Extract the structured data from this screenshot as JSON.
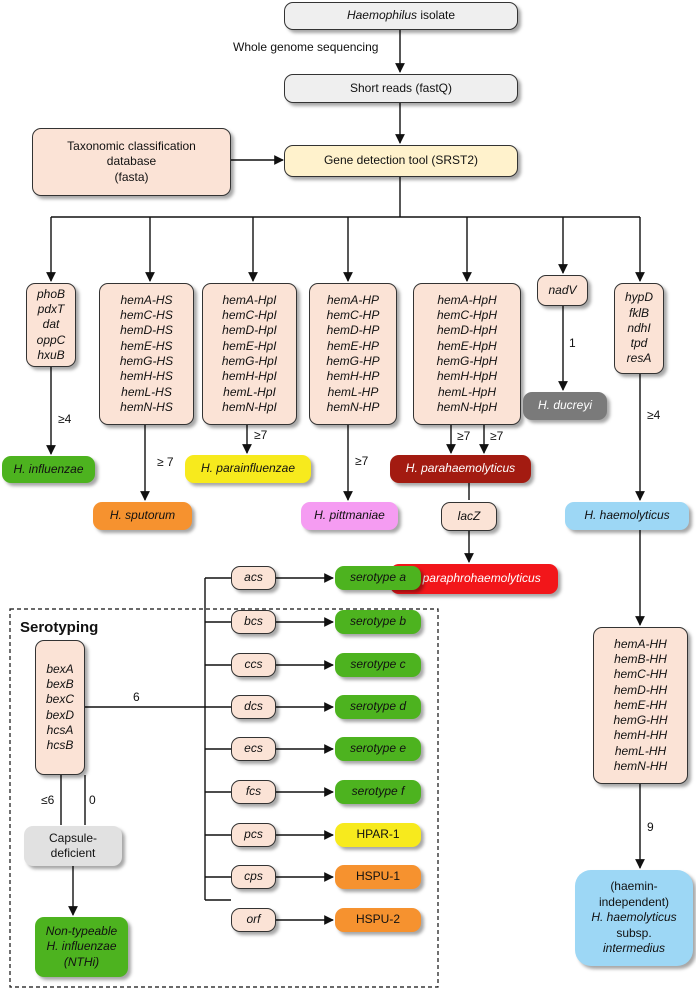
{
  "colors": {
    "input": "#efefef",
    "tool": "#fff2cc",
    "gene_box": "#fbe3d6",
    "influenzae": "#4db31f",
    "sputorum": "#f6922f",
    "parainfluenzae": "#f7ea1d",
    "pittmaniae": "#f59cf2",
    "parahaemolyticus": "#a31b11",
    "paraphrohaemolyticus": "#f2161a",
    "ducreyi": "#7a7a7a",
    "haemolyticus": "#9dd7f5",
    "capsule_deficient": "#e1e1e1",
    "serotype": "#4db31f",
    "hpar": "#f7ea1d",
    "hspu": "#f6922f"
  },
  "flow": {
    "isolate_italic": "Haemophilus",
    "isolate_rest": " isolate",
    "wgs_label": "Whole genome sequencing",
    "short_reads": "Short reads (fastQ)",
    "taxonomic_db": [
      "Taxonomic classification",
      "database",
      "(fasta)"
    ],
    "gene_tool": "Gene detection tool (SRST2)"
  },
  "gene_sets": {
    "influenzae": [
      "phoB",
      "pdxT",
      "dat",
      "oppC",
      "hxuB"
    ],
    "sputorum": [
      "hemA-HS",
      "hemC-HS",
      "hemD-HS",
      "hemE-HS",
      "hemG-HS",
      "hemH-HS",
      "hemL-HS",
      "hemN-HS"
    ],
    "parainfluenzae": [
      "hemA-HpI",
      "hemC-HpI",
      "hemD-HpI",
      "hemE-HpI",
      "hemG-HpI",
      "hemH-HpI",
      "hemL-HpI",
      "hemN-HpI"
    ],
    "pittmaniae": [
      "hemA-HP",
      "hemC-HP",
      "hemD-HP",
      "hemE-HP",
      "hemG-HP",
      "hemH-HP",
      "hemL-HP",
      "hemN-HP"
    ],
    "parahaemolyticus": [
      "hemA-HpH",
      "hemC-HpH",
      "hemD-HpH",
      "hemE-HpH",
      "hemG-HpH",
      "hemH-HpH",
      "hemL-HpH",
      "hemN-HpH"
    ],
    "ducreyi": [
      "nadV"
    ],
    "haemolyticus": [
      "hypD",
      "fklB",
      "ndhI",
      "tpd",
      "resA"
    ],
    "lacz": [
      "lacZ"
    ],
    "intermedius": [
      "hemA-HH",
      "hemB-HH",
      "hemC-HH",
      "hemD-HH",
      "hemE-HH",
      "hemG-HH",
      "hemH-HH",
      "hemL-HH",
      "hemN-HH"
    ]
  },
  "edge_labels": {
    "influenzae": "≥4",
    "sputorum": "≥ 7",
    "parainfluenzae": "≥7",
    "pittmaniae": "≥7",
    "parahaemolyticus_a": "≥7",
    "parahaemolyticus_b": "≥7",
    "ducreyi": "1",
    "haemolyticus": "≥4",
    "intermedius": "9",
    "serotype": "6",
    "capsule_a": "≤6",
    "capsule_b": "0"
  },
  "species": {
    "influenzae": "H. influenzae",
    "sputorum": "H. sputorum",
    "parainfluenzae": "H. parainfluenzae",
    "pittmaniae": "H. pittmaniae",
    "parahaemolyticus": "H. parahaemolyticus",
    "paraphrohaemolyticus": "H. paraphrohaemolyticus",
    "ducreyi": "H. ducreyi",
    "haemolyticus": "H. haemolyticus",
    "intermedius": [
      "(haemin-",
      "independent)",
      "H. haemolyticus",
      "subsp.",
      "intermedius"
    ]
  },
  "serotyping": {
    "title": "Serotyping",
    "bex_genes": [
      "bexA",
      "bexB",
      "bexC",
      "bexD",
      "hcsA",
      "hcsB"
    ],
    "capsule_deficient": [
      "Capsule-",
      "deficient"
    ],
    "nthi": [
      "Non-typeable",
      "H. influenzae",
      "(NTHi)"
    ],
    "rows": [
      {
        "gene": "acs",
        "result": "serotype a"
      },
      {
        "gene": "bcs",
        "result": "serotype b"
      },
      {
        "gene": "ccs",
        "result": "serotype c"
      },
      {
        "gene": "dcs",
        "result": "serotype d"
      },
      {
        "gene": "ecs",
        "result": "serotype e"
      },
      {
        "gene": "fcs",
        "result": "serotype f"
      },
      {
        "gene": "pcs",
        "result": "HPAR-1"
      },
      {
        "gene": "cps",
        "result": "HSPU-1"
      },
      {
        "gene": "orf",
        "result": "HSPU-2"
      }
    ]
  }
}
